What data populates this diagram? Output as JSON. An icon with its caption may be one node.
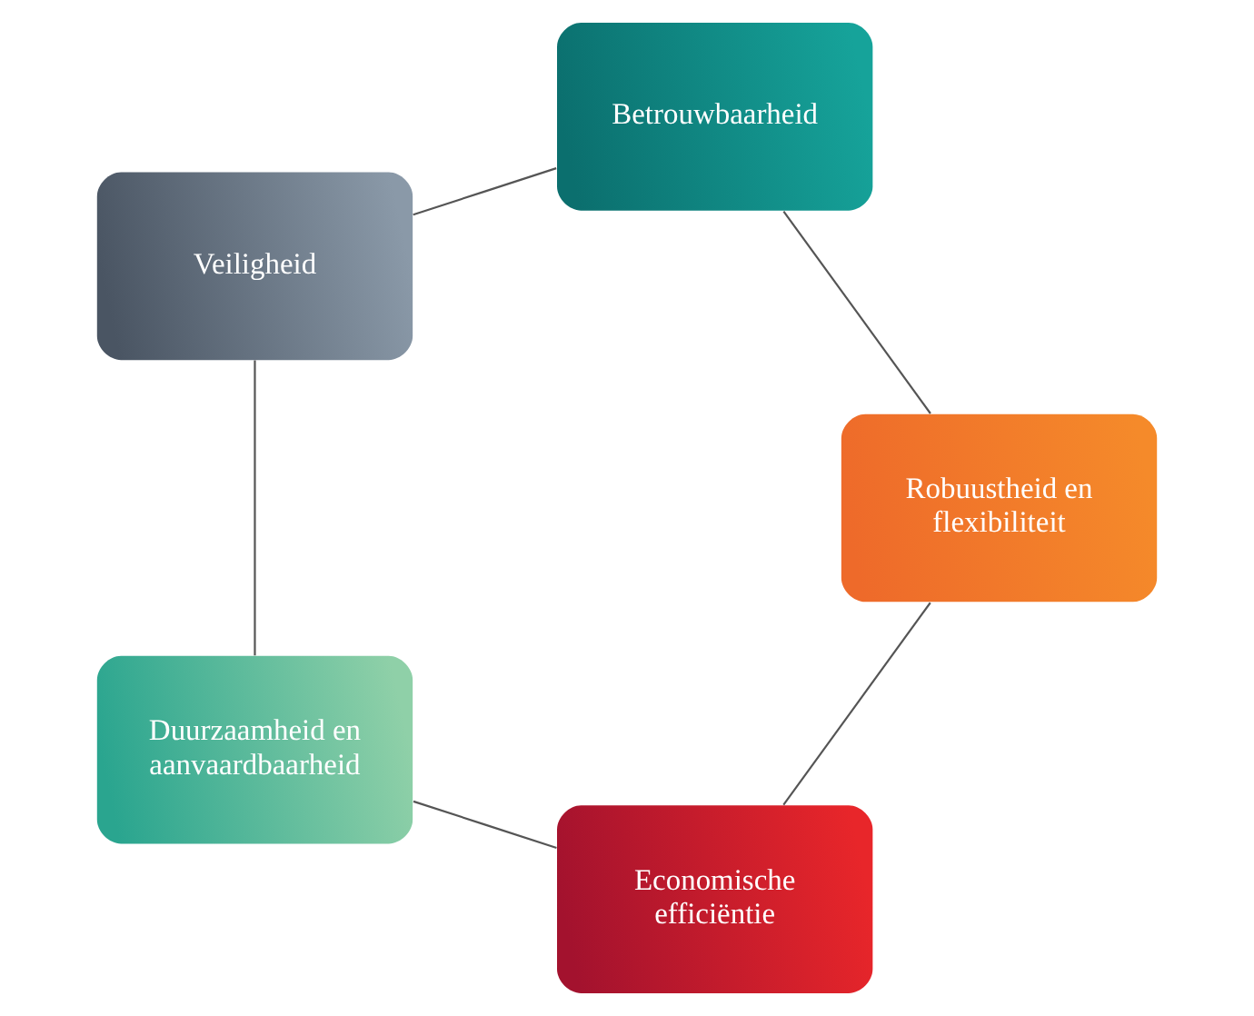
{
  "diagram": {
    "nodes": [
      {
        "text": [
          "Economische efficiëntie"
        ]
      },
      {
        "text": [
          "Robuustheid en flexibiliteit"
        ]
      },
      {
        "text": [
          "Duurzaamheid en aanvaardbaarheid"
        ]
      },
      {
        "text": [
          "Betrouwbaarheid"
        ]
      },
      {
        "text": [
          "Veiligheid"
        ]
      }
    ],
    "edges": [
      {
        "from": 0,
        "to": 2,
        "arrow": "none"
      },
      {
        "from": 2,
        "to": 4,
        "arrow": "none"
      },
      {
        "from": 4,
        "to": 3,
        "arrow": "none"
      },
      {
        "from": 3,
        "to": 1,
        "arrow": "none"
      },
      {
        "from": 1,
        "to": 0,
        "arrow": "none"
      }
    ]
  }
}
